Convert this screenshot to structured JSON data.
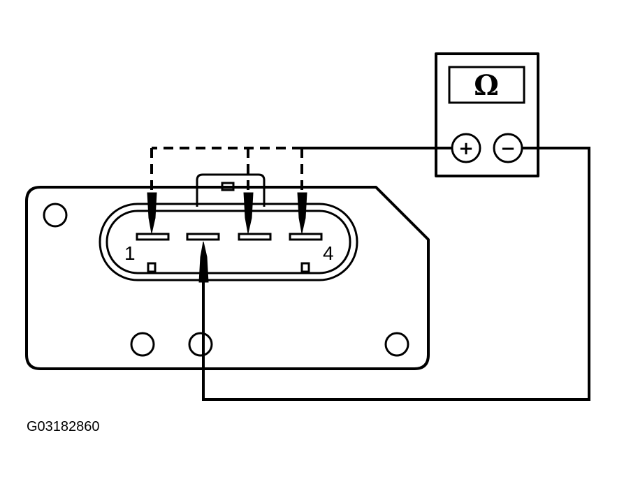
{
  "diagram": {
    "connector": {
      "pin_labels": [
        "1",
        "4"
      ]
    },
    "meter": {
      "symbol": "Ω",
      "positive_terminal": "+",
      "negative_terminal": "−"
    },
    "figure_id": "G03182860"
  }
}
